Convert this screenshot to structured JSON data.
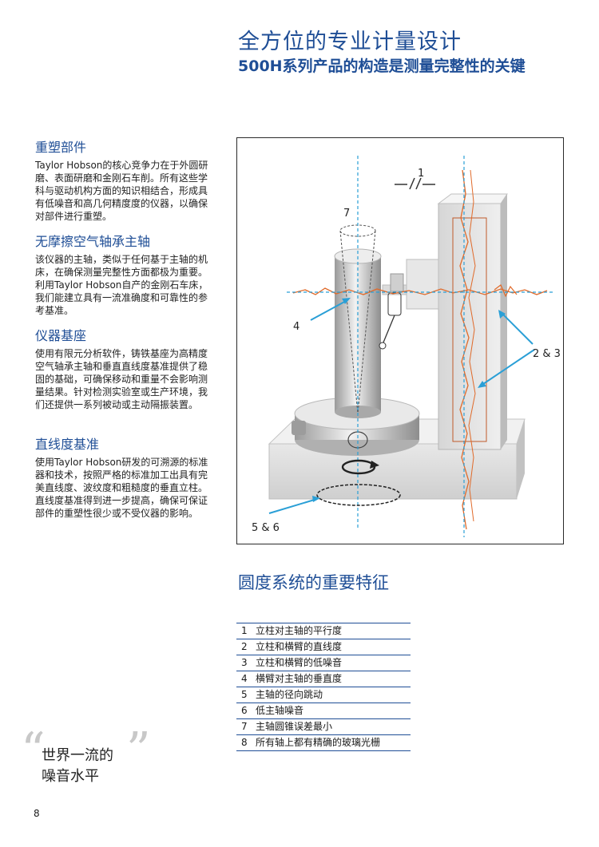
{
  "header": {
    "title": "全方位的专业计量设计",
    "subtitle": "500H系列产品的构造是测量完整性的关键"
  },
  "sections": [
    {
      "heading": "重塑部件",
      "body": "Taylor Hobson的核心竞争力在于外圆研磨、表面研磨和金刚石车削。所有这些学科与驱动机构方面的知识相结合，形成具有低噪音和高几何精度度的仪器，以确保对部件进行重塑。"
    },
    {
      "heading": "无摩擦空气轴承主轴",
      "body": "该仪器的主轴，类似于任何基于主轴的机床，在确保测量完整性方面都极为重要。利用Taylor Hobson自产的金刚石车床，我们能建立具有一流准确度和可靠性的参考基准。"
    },
    {
      "heading": "仪器基座",
      "body": "使用有限元分析软件，铸铁基座为高精度空气轴承主轴和垂直直线度基准提供了稳固的基础，可确保移动和重量不会影响测量结果。针对检测实验室或生产环境，我们还提供一系列被动或主动隔振装置。"
    },
    {
      "heading": "直线度基准",
      "body": "使用Taylor Hobson研发的可溯源的标准器和技术，按照严格的标准加工出具有完美直线度、波纹度和粗糙度的垂直立柱。直线度基准得到进一步提高，确保可保证部件的重塑性很少或不受仪器的影响。"
    }
  ],
  "diagram": {
    "labels": {
      "l1": "1",
      "l7": "7",
      "l4": "4",
      "l23": "2 & 3",
      "l56": "5 & 6"
    }
  },
  "features": {
    "title": "圆度系统的重要特征",
    "items": [
      {
        "num": "1",
        "text": "立柱对主轴的平行度"
      },
      {
        "num": "2",
        "text": "立柱和横臂的直线度"
      },
      {
        "num": "3",
        "text": "立柱和横臂的低噪音"
      },
      {
        "num": "4",
        "text": "横臂对主轴的垂直度"
      },
      {
        "num": "5",
        "text": "主轴的径向跳动"
      },
      {
        "num": "6",
        "text": "低主轴噪音"
      },
      {
        "num": "7",
        "text": "主轴圆锥误差最小"
      },
      {
        "num": "8",
        "text": "所有轴上都有精确的玻璃光栅"
      }
    ]
  },
  "quote": {
    "line1": "世界一流的",
    "line2": "噪音水平"
  },
  "page_number": "8",
  "colors": {
    "brand": "#1f4e96",
    "accent_line": "#2a9fd6",
    "trace": "#e06a2a"
  }
}
